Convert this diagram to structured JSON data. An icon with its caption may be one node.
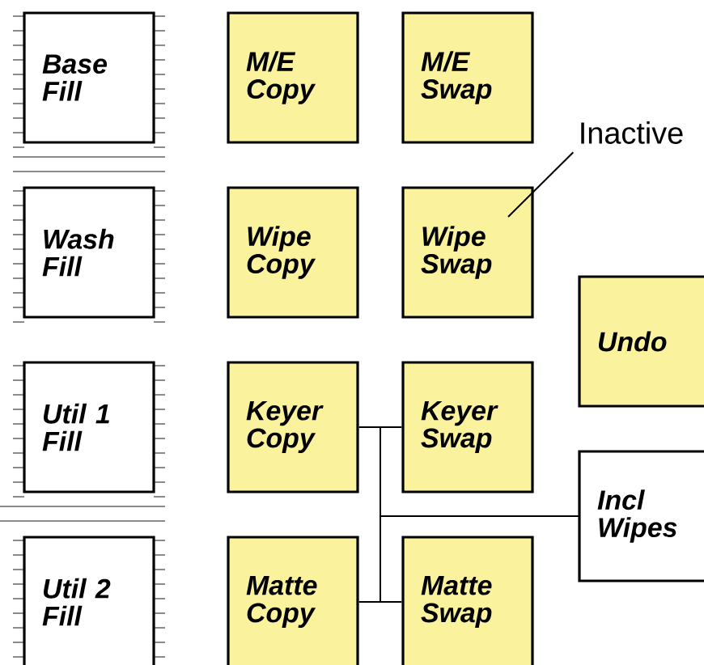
{
  "diagram": {
    "nodes": [
      {
        "text": [
          "Base Fill"
        ]
      },
      {
        "text": [
          "M/E Copy"
        ]
      },
      {
        "text": [
          "M/E Swap"
        ]
      },
      {
        "text": [
          "Inactive"
        ]
      },
      {
        "text": [
          "Wash Fill"
        ]
      },
      {
        "text": [
          "Wipe Copy"
        ]
      },
      {
        "text": [
          "Wipe Swap"
        ]
      },
      {
        "text": [
          "Undo"
        ]
      },
      {
        "text": [
          "Util 1 Fill"
        ]
      },
      {
        "text": [
          "Keyer Copy"
        ]
      },
      {
        "text": [
          "Keyer Swap"
        ]
      },
      {
        "text": [
          "Incl Wipes"
        ]
      },
      {
        "text": [
          "Util 2 Fill"
        ]
      },
      {
        "text": [
          "Matte Copy"
        ]
      },
      {
        "text": [
          "Matte Swap"
        ]
      }
    ],
    "edges": [
      {
        "from": 3,
        "to": 6,
        "arrow": "none"
      },
      {
        "from": 11,
        "to": 9,
        "arrow": "none"
      },
      {
        "from": 11,
        "to": 10,
        "arrow": "none"
      },
      {
        "from": 11,
        "to": 13,
        "arrow": "none"
      },
      {
        "from": 11,
        "to": 14,
        "arrow": "none"
      }
    ]
  }
}
